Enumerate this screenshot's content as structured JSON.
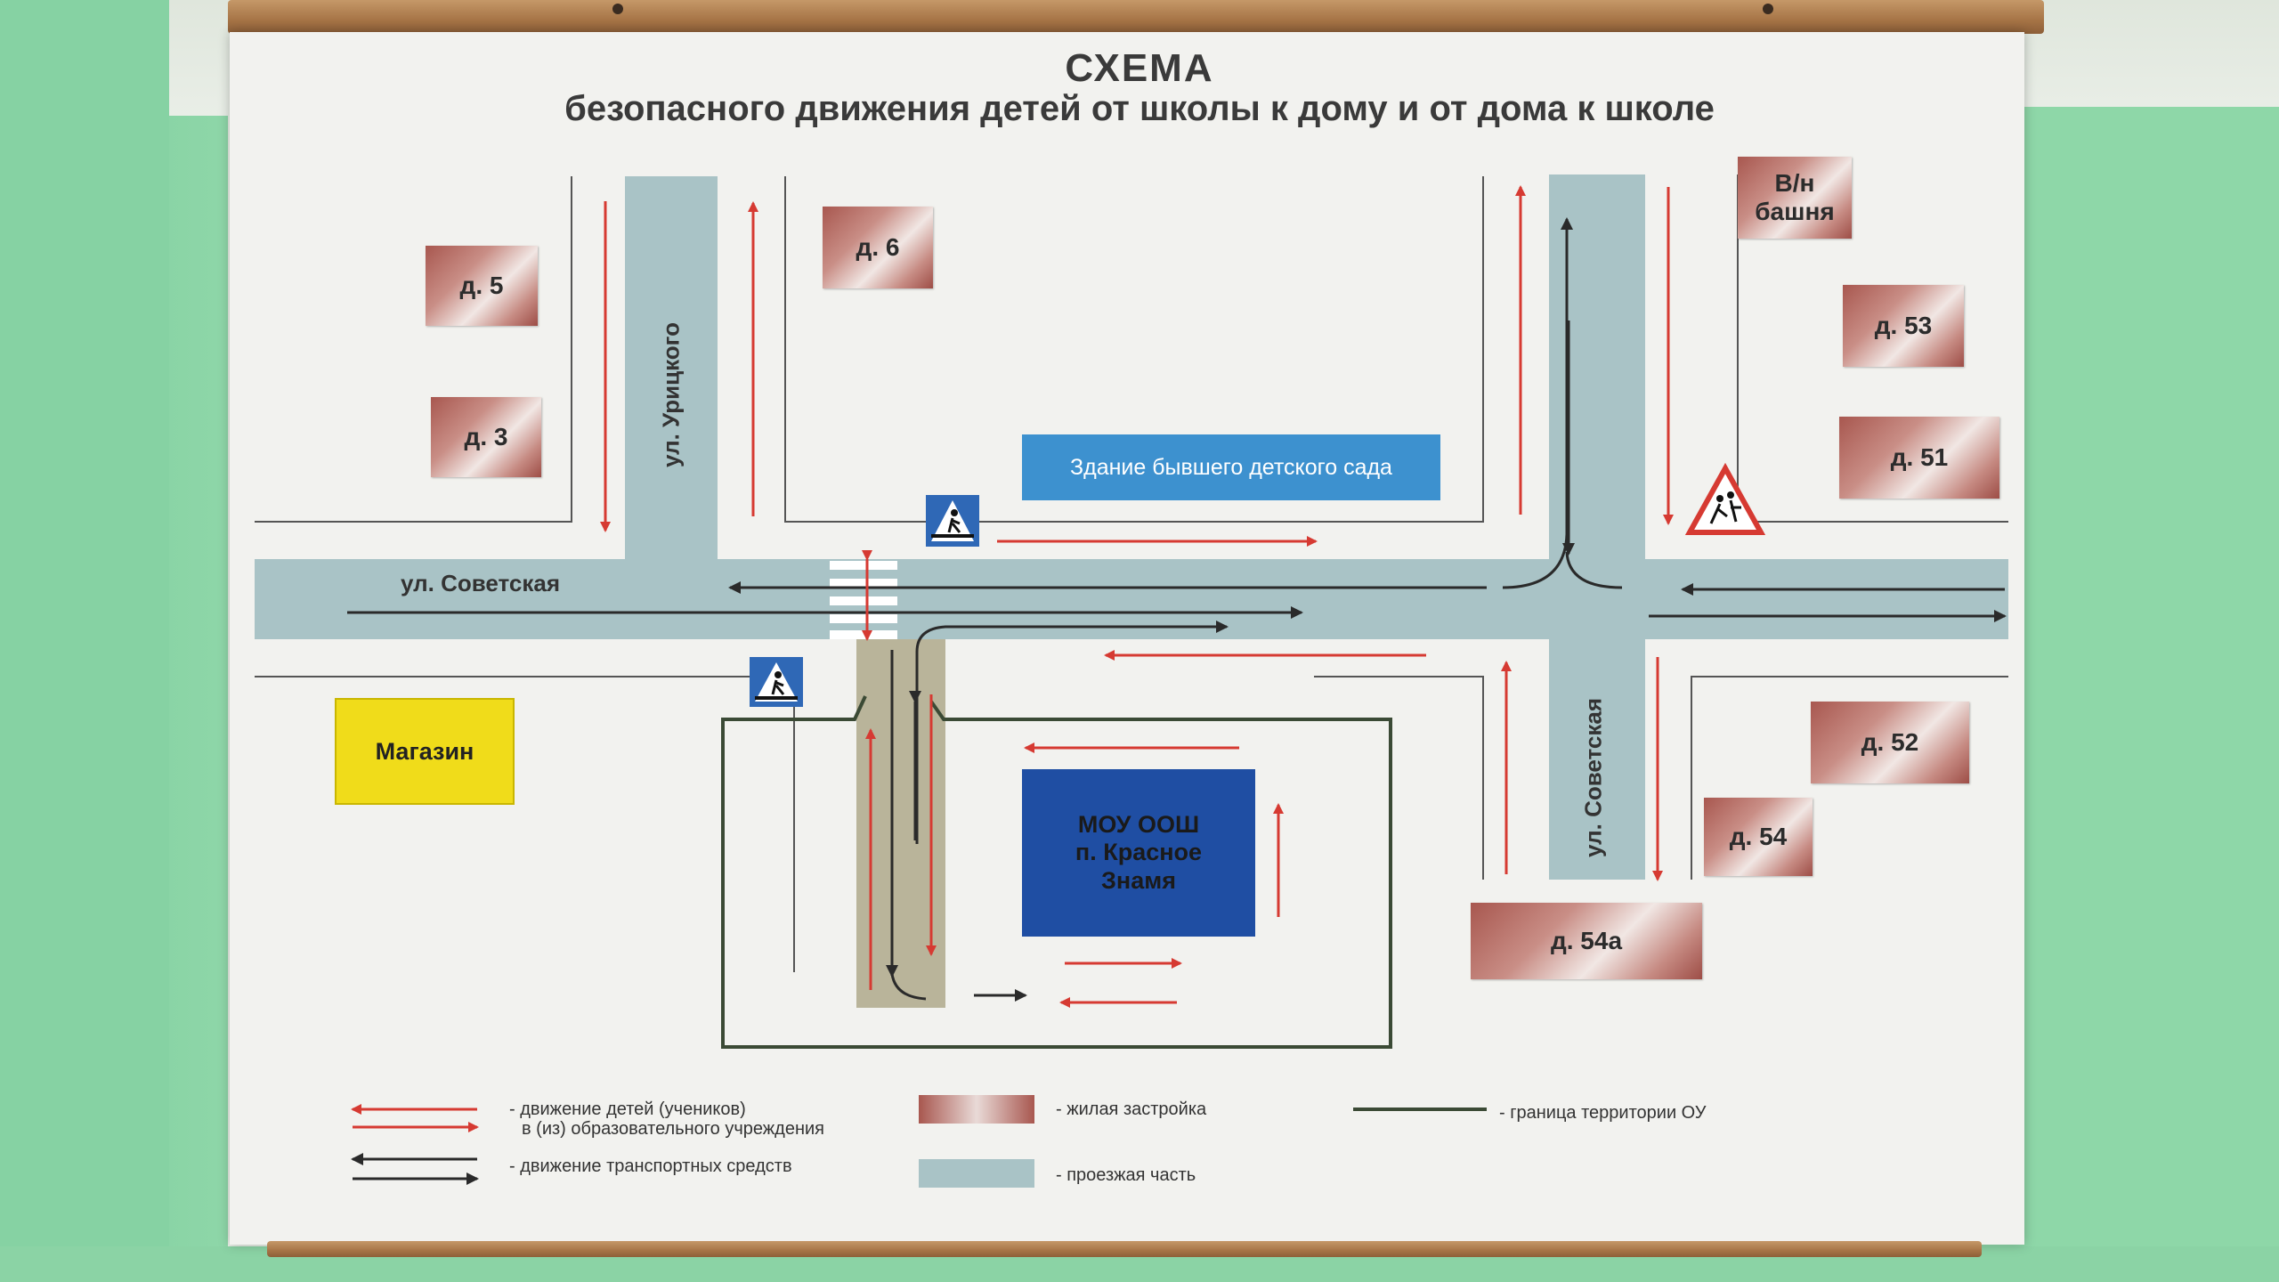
{
  "title": "СХЕМА",
  "subtitle": "безопасного движения детей от школы к дому и от дома к школе",
  "houses": {
    "d5": "д. 5",
    "d3": "д. 3",
    "d6": "д. 6",
    "vn_line1": "В/н",
    "vn_line2": "башня",
    "d53": "д. 53",
    "d51": "д. 51",
    "d52": "д. 52",
    "d54": "д. 54",
    "d54a": "д. 54а"
  },
  "buildings": {
    "kindergarten": "Здание бывшего детского сада",
    "shop": "Магазин",
    "school_line1": "МОУ ООШ",
    "school_line2": "п. Красное",
    "school_line3": "Знамя"
  },
  "streets": {
    "uritskogo": "ул. Урицкого",
    "sovetskaya_h": "ул. Советская",
    "sovetskaya_v": "ул. Советская"
  },
  "legend": {
    "children_line1": "- движение детей (учеников)",
    "children_line2": "в (из) образовательного учреждения",
    "transport": "- движение транспортных средств",
    "housing": "- жилая застройка",
    "roadway": "- проезжая часть",
    "boundary": "- граница территории ОУ"
  },
  "colors": {
    "road": "#a9c3c6",
    "school": "#1f4ea3",
    "kindergarten": "#3d91cf",
    "shop": "#f0dc1a",
    "children_arrow": "#d63a32",
    "transport_arrow": "#2a2a2a",
    "boundary": "#3b4a35",
    "driveway": "#b9b49a"
  }
}
